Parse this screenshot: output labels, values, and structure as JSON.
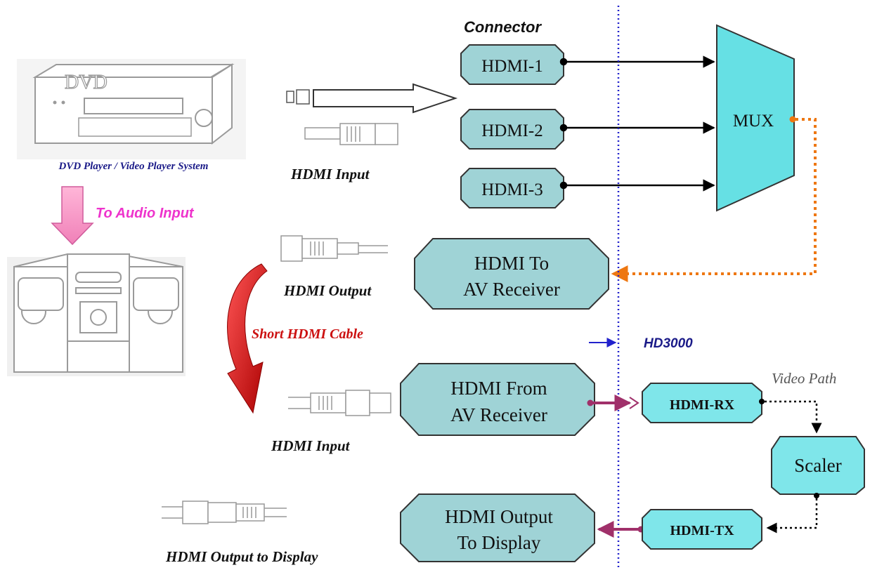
{
  "connector_heading": "Connector",
  "dvd_logo": "DVD",
  "dvd_caption": "DVD Player / Video Player System",
  "audio_label": "To Audio Input",
  "hdmi_input_top": "HDMI Input",
  "hdmi_output_label": "HDMI Output",
  "short_cable_label": "Short HDMI Cable",
  "hdmi_input_bottom": "HDMI Input",
  "hdmi_output_display_label": "HDMI Output to Display",
  "connectors": [
    "HDMI-1",
    "HDMI-2",
    "HDMI-3"
  ],
  "mux_label": "MUX",
  "av_receiver_out": [
    "HDMI To",
    "AV Receiver"
  ],
  "av_receiver_in": [
    "HDMI From",
    "AV Receiver"
  ],
  "display_out": [
    "HDMI Output",
    "To Display"
  ],
  "hd3000_label": "HD3000",
  "video_path_label": "Video Path",
  "rx_label": "HDMI-RX",
  "tx_label": "HDMI-TX",
  "scaler_label": "Scaler",
  "colors": {
    "box_fill": "#9fd3d6",
    "chip_fill": "#7fe6ea",
    "mux_fill": "#66e0e4",
    "orange": "#ee7711",
    "purple": "#a0306a",
    "blue_dotted": "#2222cc",
    "magenta_text": "#ee33cc",
    "red_text": "#cc1111",
    "dark_blue_text": "#1a1a88"
  }
}
